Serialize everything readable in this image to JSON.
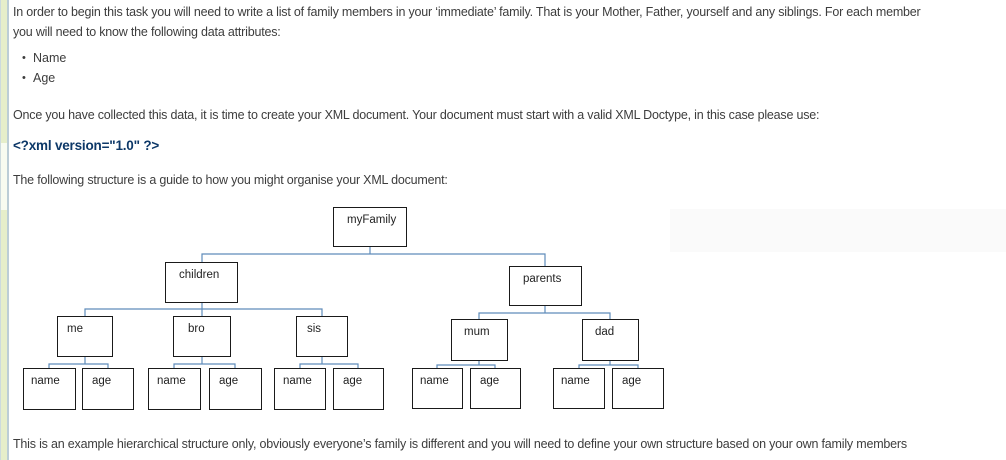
{
  "page": {
    "intro_line1": "In order to begin this task you will need to write a list of family members in your ‘immediate’ family. That is your Mother, Father, yourself and any siblings. For each member",
    "intro_line2": "you will need to know the following data attributes:",
    "attributes": [
      "Name",
      "Age"
    ],
    "collect_text": "Once you have collected this data, it is time to create your XML document. Your document must start with a valid XML Doctype, in this case please use:",
    "xml_doctype": "<?xml version=\"1.0\" ?>",
    "structure_text": "The following structure is a guide to how you might organise your XML document:",
    "footer_text": "This is an example hierarchical structure only, obviously everyone’s family is different and you will need to define your own structure based on your own family members"
  },
  "tree": {
    "nodes": {
      "root": "myFamily",
      "children_group": "children",
      "parents_group": "parents",
      "me": "me",
      "bro": "bro",
      "sis": "sis",
      "mum": "mum",
      "dad": "dad",
      "name": "name",
      "age": "age"
    }
  },
  "colors": {
    "body_text": "#3d3d3d",
    "code_text": "#0d3868",
    "connector_blue": "#5f8cba",
    "box_border": "#1a1a1a",
    "left_stripe": "#e6eeca",
    "stripe_border": "#bccdd6"
  }
}
